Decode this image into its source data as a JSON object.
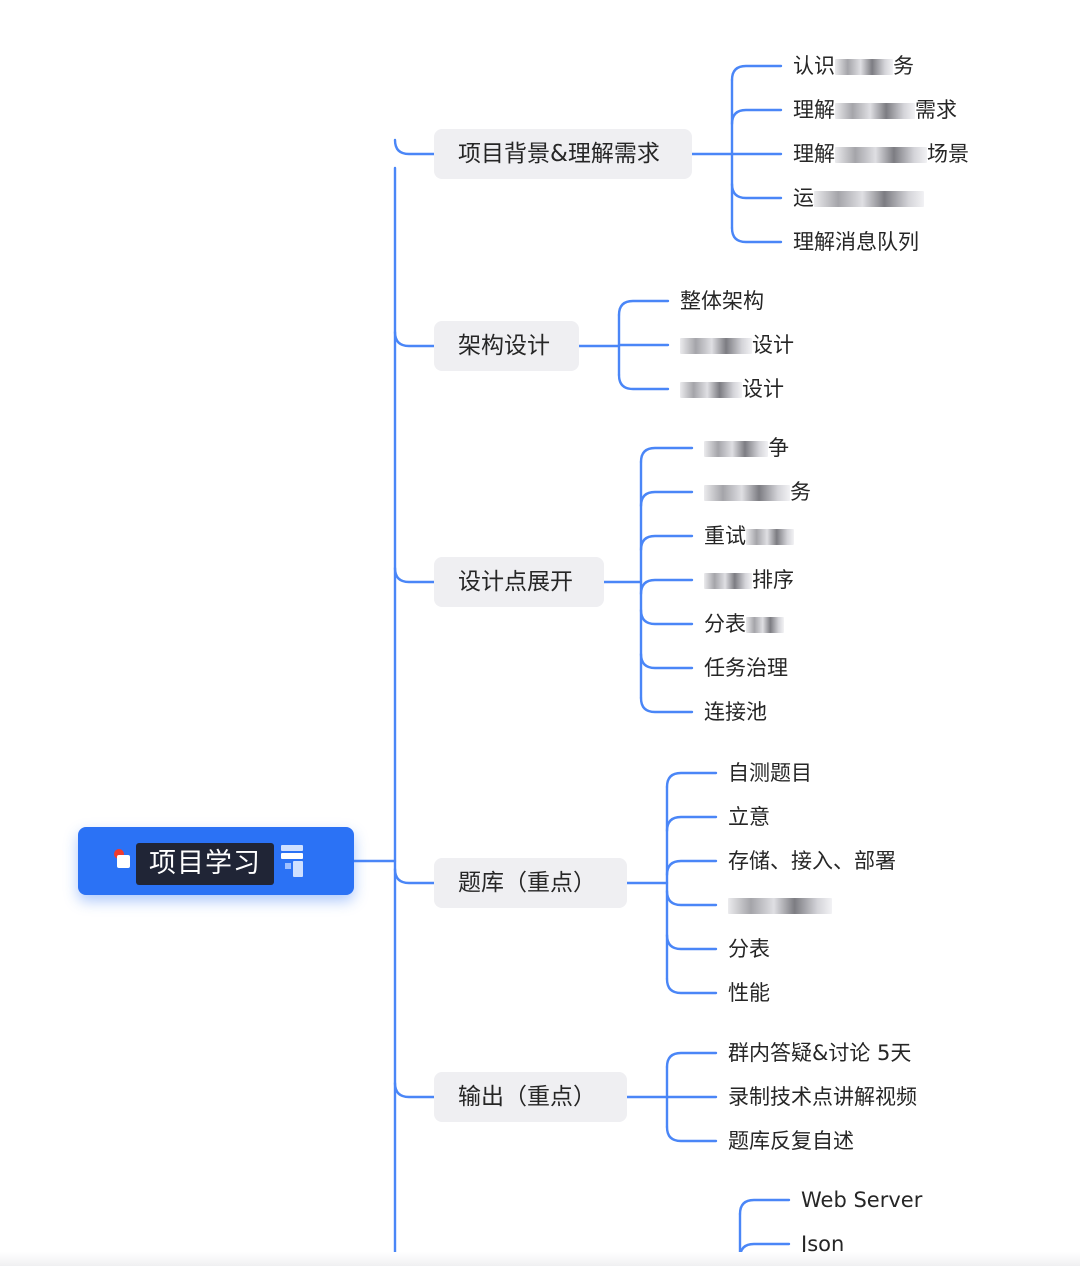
{
  "root": {
    "label": "项目学习",
    "icon": "document-icon"
  },
  "branches": [
    {
      "label": "项目背景&理解需求",
      "children": [
        {
          "pre": "认识",
          "post": "务",
          "obscured": true
        },
        {
          "pre": "理解",
          "post": "需求",
          "obscured": true
        },
        {
          "pre": "理解",
          "post": "场景",
          "obscured": true
        },
        {
          "pre": "运",
          "post": "",
          "obscured": true
        },
        {
          "pre": "理解消息队列",
          "post": "",
          "obscured": false
        }
      ]
    },
    {
      "label": "架构设计",
      "children": [
        {
          "pre": "整体架构",
          "post": "",
          "obscured": false
        },
        {
          "pre": "",
          "post": "设计",
          "obscured": true
        },
        {
          "pre": "",
          "post": "设计",
          "obscured": true
        }
      ]
    },
    {
      "label": "设计点展开",
      "children": [
        {
          "pre": "",
          "post": "争",
          "obscured": true
        },
        {
          "pre": "",
          "post": "务",
          "obscured": true
        },
        {
          "pre": "重试",
          "post": "",
          "obscured": true
        },
        {
          "pre": "",
          "post": "排序",
          "obscured": true
        },
        {
          "pre": "分表",
          "post": "",
          "obscured": true
        },
        {
          "pre": "任务治理",
          "post": "",
          "obscured": false
        },
        {
          "pre": "连接池",
          "post": "",
          "obscured": false
        }
      ]
    },
    {
      "label": "题库（重点）",
      "children": [
        {
          "pre": "自测题目",
          "post": "",
          "obscured": false
        },
        {
          "pre": "立意",
          "post": "",
          "obscured": false
        },
        {
          "pre": "存储、接入、部署",
          "post": "",
          "obscured": false
        },
        {
          "pre": "",
          "post": "",
          "obscured": true
        },
        {
          "pre": "分表",
          "post": "",
          "obscured": false
        },
        {
          "pre": "性能",
          "post": "",
          "obscured": false
        }
      ]
    },
    {
      "label": "输出（重点）",
      "children": [
        {
          "pre": "群内答疑&讨论 5天",
          "post": "",
          "obscured": false
        },
        {
          "pre": "录制技术点讲解视频",
          "post": "",
          "obscured": false
        },
        {
          "pre": "题库反复自述",
          "post": "",
          "obscured": false
        }
      ]
    },
    {
      "label": "",
      "children": [
        {
          "pre": "Web Server",
          "post": "",
          "obscured": false
        },
        {
          "pre": "Json",
          "post": "",
          "obscured": false
        }
      ]
    }
  ],
  "colors": {
    "accent": "#2b72f5",
    "connector": "#4a86f7",
    "node_bg": "#efeff2",
    "text": "#262626"
  }
}
